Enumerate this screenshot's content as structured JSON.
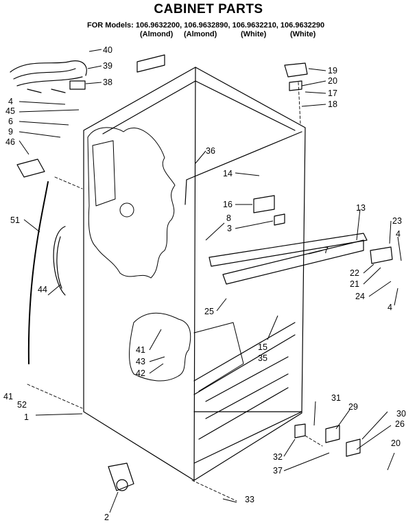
{
  "title": "CABINET PARTS",
  "models_line": "FOR Models: 106.9632200, 106.9632890, 106.9632210, 106.9632290",
  "colors": [
    "(Almond)",
    "(Almond)",
    "(White)",
    "(White)"
  ],
  "callouts": [
    "40",
    "39",
    "38",
    "4",
    "45",
    "6",
    "9",
    "46",
    "51",
    "44",
    "36",
    "19",
    "20",
    "17",
    "18",
    "14",
    "16",
    "8",
    "3",
    "13",
    "7",
    "23",
    "4",
    "22",
    "21",
    "24",
    "4",
    "25",
    "15",
    "35",
    "41",
    "43",
    "42",
    "41",
    "52",
    "1",
    "31",
    "29",
    "30",
    "26",
    "20",
    "32",
    "37",
    "33",
    "2"
  ]
}
